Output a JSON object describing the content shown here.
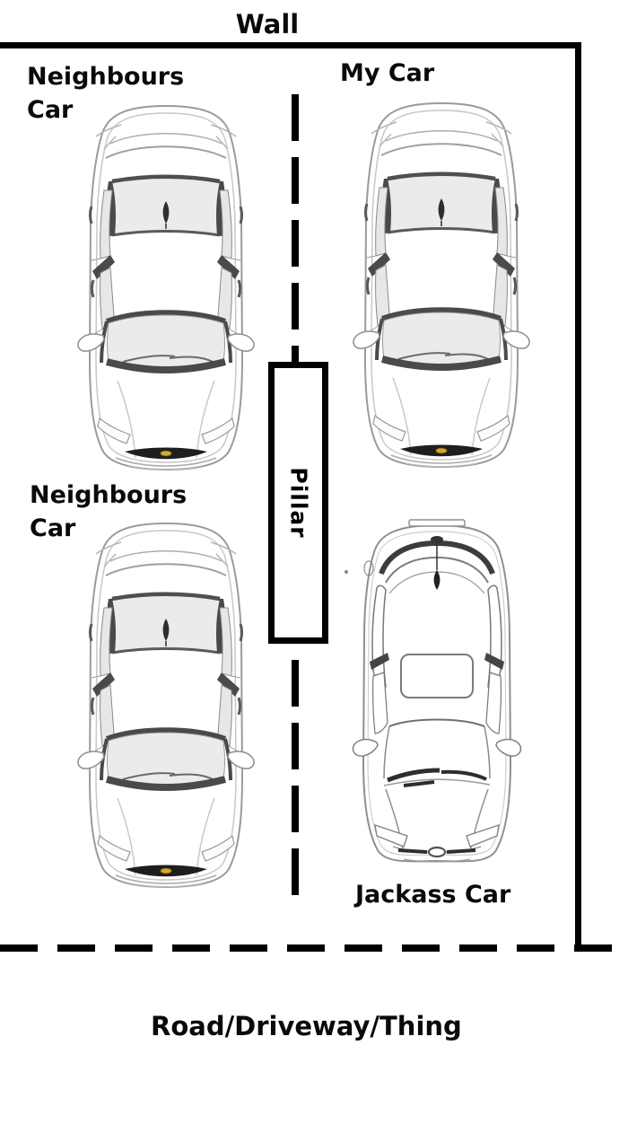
{
  "scene": {
    "background_color": "#ffffff",
    "wall": {
      "label": "Wall"
    },
    "road": {
      "label": "Road/Driveway/Thing"
    },
    "pillar": {
      "label": "Pillar"
    },
    "parking_spots": [
      {
        "position": "top-left",
        "label_line1": "Neighbours",
        "label_line2": "Car",
        "car_style": "sedan-top-view"
      },
      {
        "position": "top-right",
        "label": "My Car",
        "car_style": "sedan-top-view"
      },
      {
        "position": "bottom-left",
        "label_line1": "Neighbours",
        "label_line2": "Car",
        "car_style": "sedan-top-view"
      },
      {
        "position": "bottom-right",
        "label": "Jackass Car",
        "car_style": "hatchback-top-view"
      }
    ],
    "colors": {
      "wall_line": "#000000",
      "dashed_line": "#000000",
      "car_outline": "#9a9a9a",
      "car_window_fill": "#ebebeb",
      "car_dark_trim": "#4a4a4a",
      "badge_gold": "#d2a92c"
    }
  }
}
